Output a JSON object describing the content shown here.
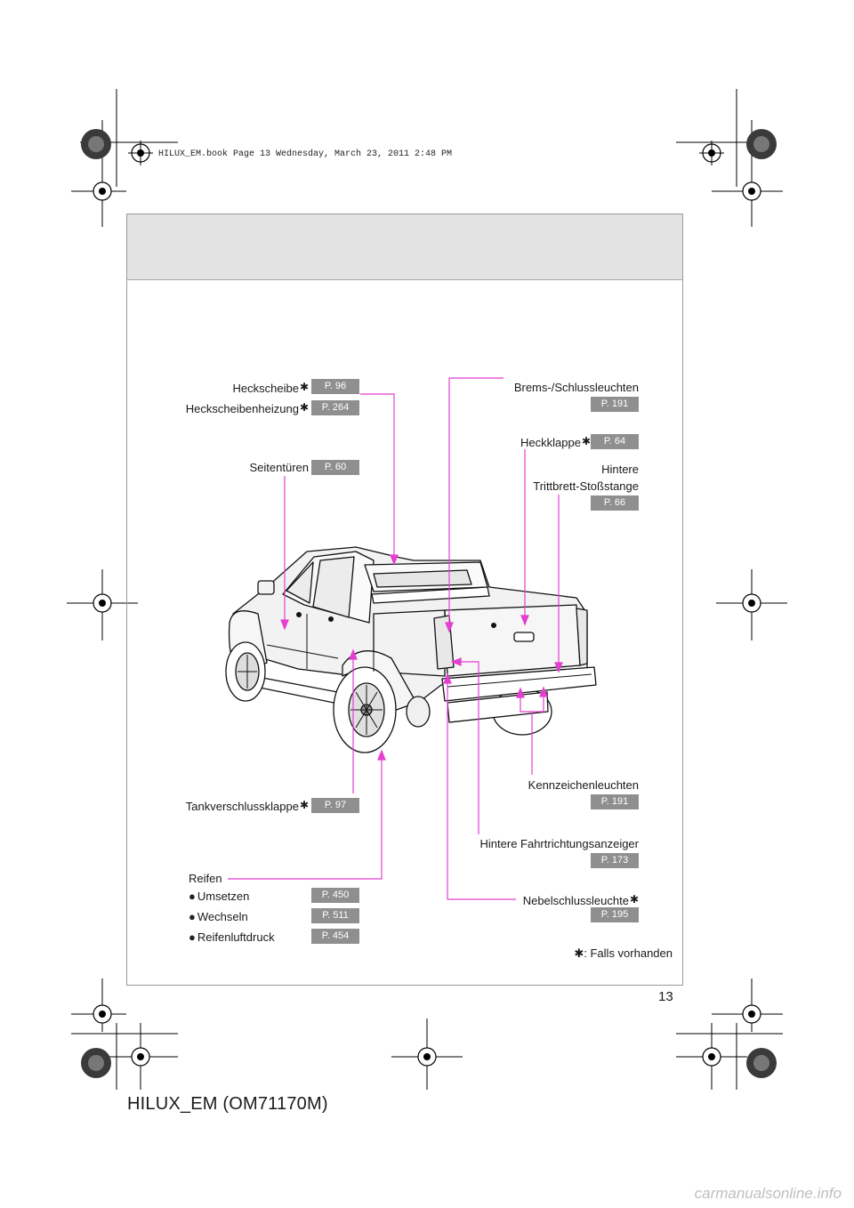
{
  "stamp": "HILUX_EM.book  Page 13  Wednesday, March 23, 2011  2:48 PM",
  "page_number": "13",
  "footer": "HILUX_EM (OM71170M)",
  "watermark": "carmanualsonline.info",
  "star_glyph": "✱",
  "note": "✱: Falls vorhanden",
  "accent_color": "#e43fd0",
  "badge_color": "#8f8f8f",
  "left": {
    "heckscheibe": {
      "label": "Heckscheibe",
      "page": "P. 96"
    },
    "heckscheibenheizung": {
      "label": "Heckscheibenheizung",
      "page": "P. 264"
    },
    "seitentueren": {
      "label": "Seitentüren",
      "page": "P. 60"
    },
    "tankklappe": {
      "label": "Tankverschlussklappe",
      "page": "P. 97"
    },
    "reifen": {
      "label": "Reifen",
      "bullet": "●",
      "items": [
        {
          "label": "Umsetzen",
          "page": "P. 450"
        },
        {
          "label": "Wechseln",
          "page": "P. 511"
        },
        {
          "label": "Reifenluftdruck",
          "page": "P. 454"
        }
      ]
    }
  },
  "right": {
    "brems": {
      "label": "Brems-/Schlussleuchten",
      "page": "P. 191"
    },
    "heckklappe": {
      "label": "Heckklappe",
      "page": "P. 64"
    },
    "stossstange": {
      "line1": "Hintere",
      "line2": "Trittbrett-Stoßstange",
      "page": "P. 66"
    },
    "kennzeichen": {
      "label": "Kennzeichenleuchten",
      "page": "P. 191"
    },
    "fahrtrichtung": {
      "label": "Hintere Fahrtrichtungsanzeiger",
      "page": "P. 173"
    },
    "nebel": {
      "label": "Nebelschlussleuchte",
      "page": "P. 195"
    }
  }
}
